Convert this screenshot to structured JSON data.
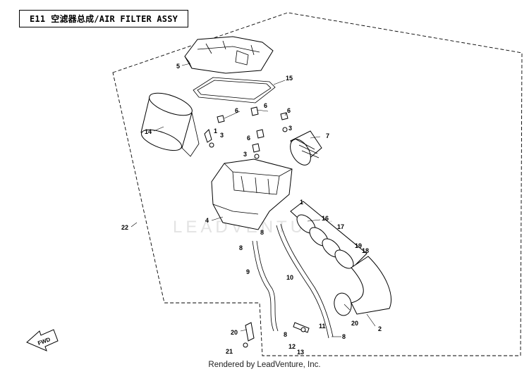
{
  "header": {
    "code": "E11",
    "title": "空滤器总成/AIR FILTER ASSY"
  },
  "footer": {
    "text": "Rendered by LeadVenture, Inc."
  },
  "watermark": {
    "text": "LEADVENTURE"
  },
  "direction_marker": {
    "text": "FWD"
  },
  "callouts": [
    {
      "id": "c5",
      "label": "5"
    },
    {
      "id": "c15",
      "label": "15"
    },
    {
      "id": "c14",
      "label": "14"
    },
    {
      "id": "c1a",
      "label": "1"
    },
    {
      "id": "c3a",
      "label": "3"
    },
    {
      "id": "c6a",
      "label": "6"
    },
    {
      "id": "c6b",
      "label": "6"
    },
    {
      "id": "c6c",
      "label": "6"
    },
    {
      "id": "c6d",
      "label": "6"
    },
    {
      "id": "c3b",
      "label": "3"
    },
    {
      "id": "c7",
      "label": "7"
    },
    {
      "id": "c3c",
      "label": "3"
    },
    {
      "id": "c4",
      "label": "4"
    },
    {
      "id": "c22",
      "label": "22"
    },
    {
      "id": "c8a",
      "label": "8"
    },
    {
      "id": "c8b",
      "label": "8"
    },
    {
      "id": "c1b",
      "label": "1"
    },
    {
      "id": "c16",
      "label": "16"
    },
    {
      "id": "c17",
      "label": "17"
    },
    {
      "id": "c19",
      "label": "19"
    },
    {
      "id": "c18",
      "label": "18"
    },
    {
      "id": "c9",
      "label": "9"
    },
    {
      "id": "c10",
      "label": "10"
    },
    {
      "id": "c20a",
      "label": "20"
    },
    {
      "id": "c2",
      "label": "2"
    },
    {
      "id": "c20b",
      "label": "20"
    },
    {
      "id": "c8c",
      "label": "8"
    },
    {
      "id": "c11",
      "label": "11"
    },
    {
      "id": "c8d",
      "label": "8"
    },
    {
      "id": "c12",
      "label": "12"
    },
    {
      "id": "c13",
      "label": "13"
    },
    {
      "id": "c21",
      "label": "21"
    }
  ]
}
